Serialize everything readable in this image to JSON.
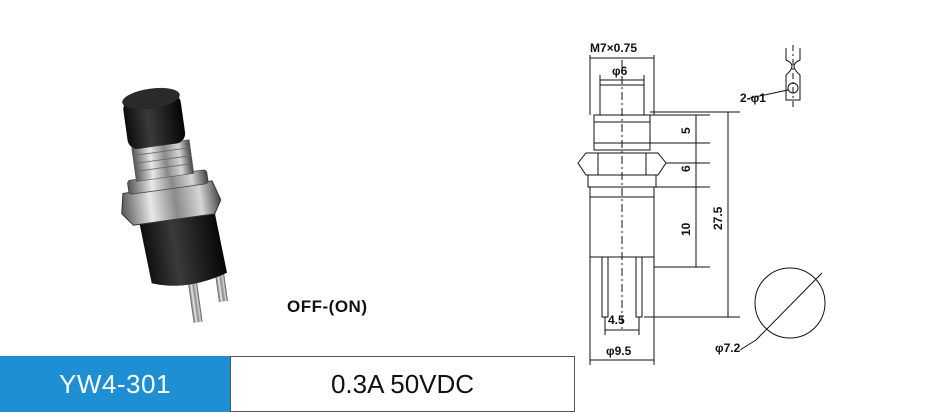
{
  "product": {
    "model": "YW4-301",
    "rating": "0.3A 50VDC",
    "switch_mode": "OFF-(ON)"
  },
  "dimensions": {
    "thread": "M7×0.75",
    "button_diameter": "φ6",
    "button_height": "5",
    "nut_height": "6",
    "body_height": "10",
    "total_height": "27.5",
    "pin_spacing": "4.5",
    "body_diameter": "φ9.5",
    "terminal_hole": "2-φ1",
    "cutout_diameter": "φ7.2"
  }
}
